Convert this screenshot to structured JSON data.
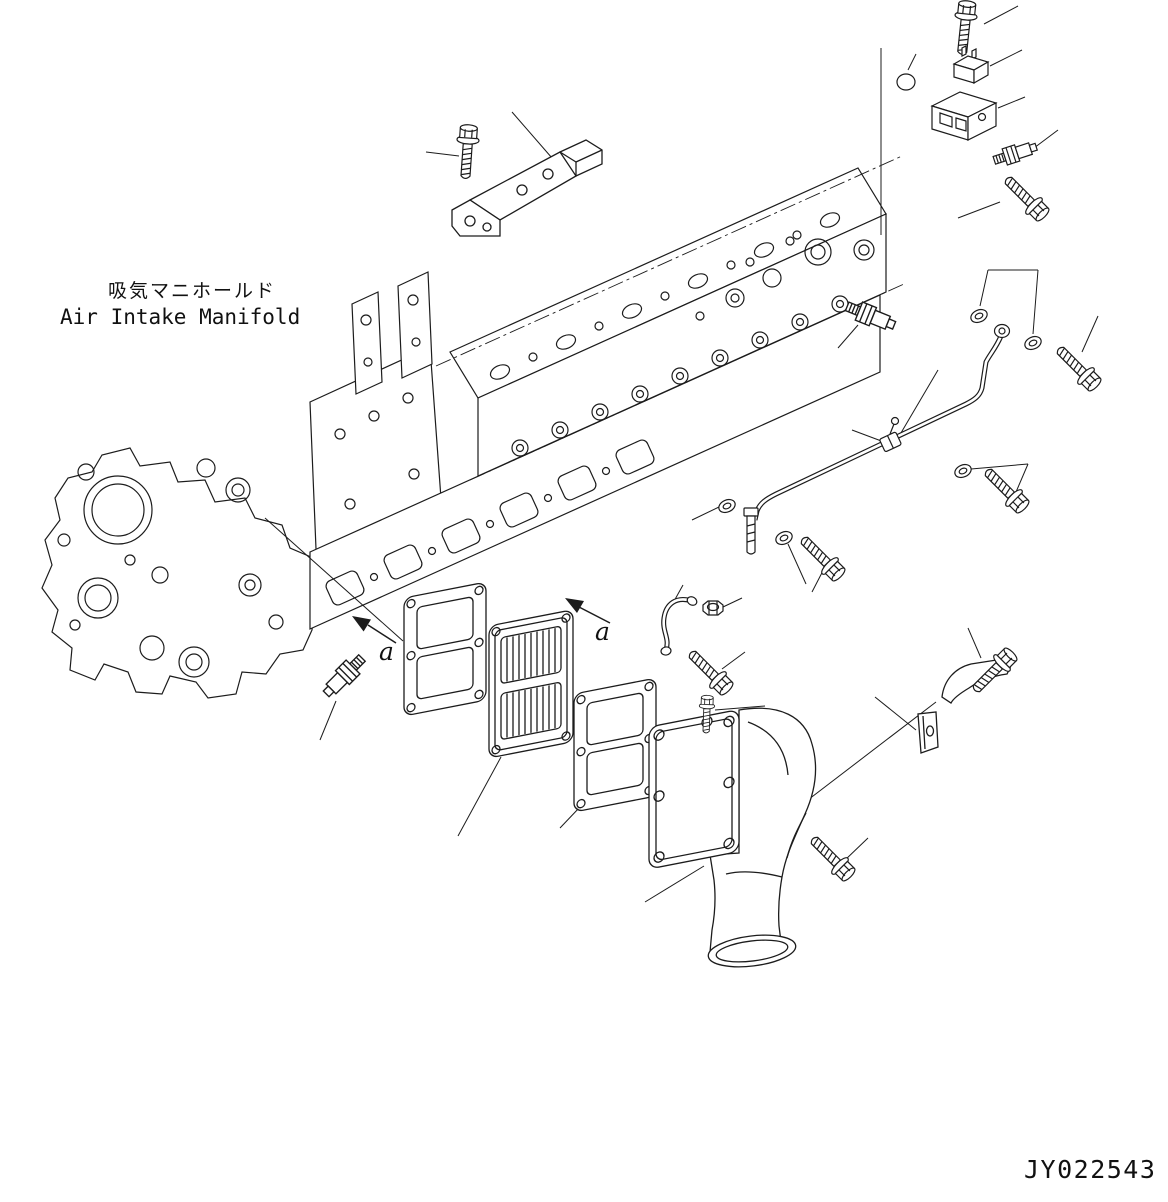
{
  "labels": {
    "title_jp": "吸気マニホールド",
    "title_en": "Air Intake Manifold",
    "section_marker_1": "a",
    "section_marker_2": "a",
    "drawing_number": "JY022543"
  },
  "colors": {
    "background": "#ffffff",
    "line_color": "#1c1c1c"
  }
}
